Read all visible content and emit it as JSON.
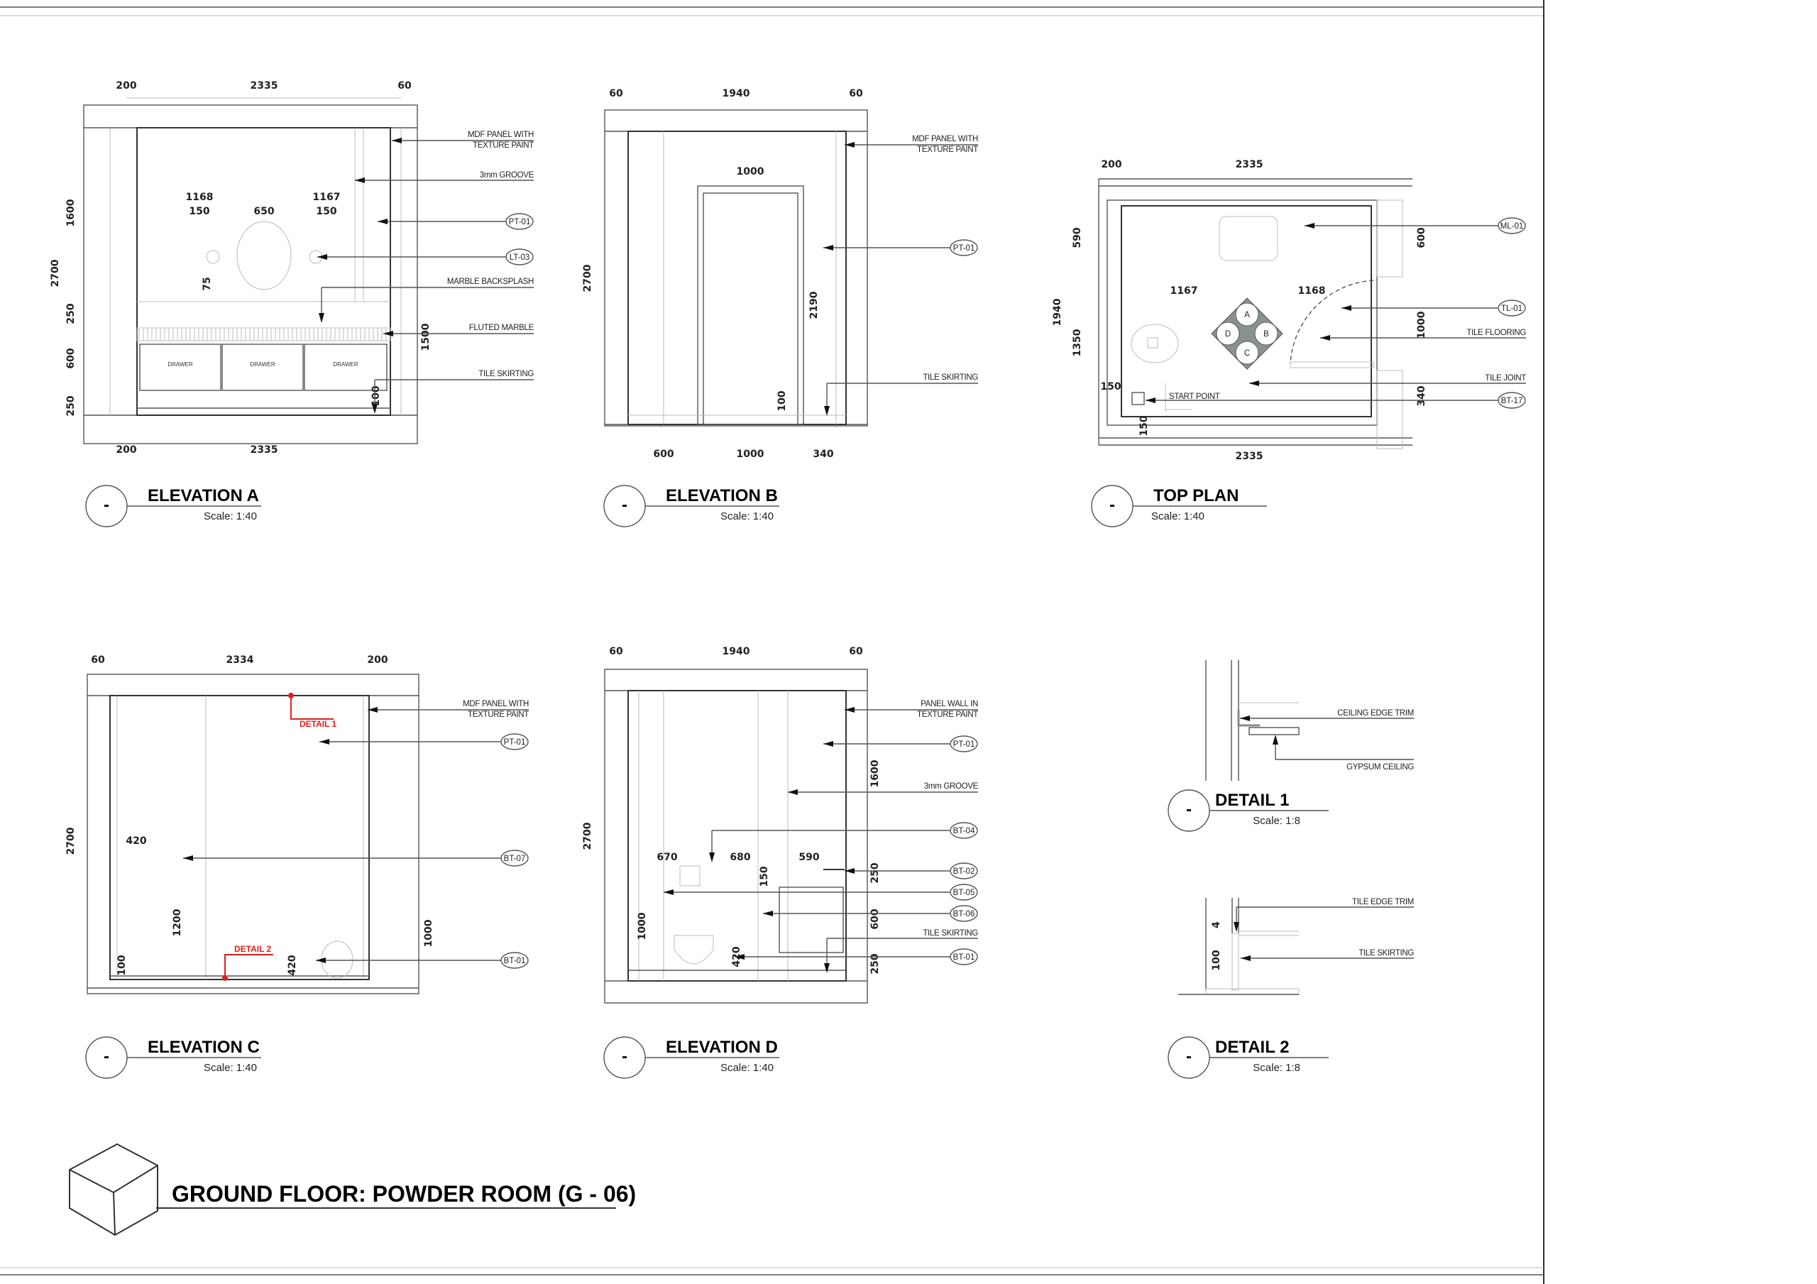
{
  "sheet_title": "GROUND FLOOR: POWDER ROOM (G - 06)",
  "colors": {
    "line": "#555555",
    "detail_marker": "#e0201b"
  },
  "elevation_a": {
    "title": "ELEVATION A",
    "scale": "Scale: 1:40",
    "marker": "-",
    "dims": [
      "200",
      "2335",
      "60",
      "200",
      "2335",
      "1600",
      "2700",
      "250",
      "600",
      "250",
      "1168",
      "1167",
      "150",
      "650",
      "150",
      "75",
      "1500",
      "100"
    ],
    "notes": [
      "MDF PANEL WITH",
      "TEXTURE PAINT",
      "3mm GROOVE",
      "MARBLE BACKSPLASH",
      "FLUTED MARBLE",
      "TILE SKIRTING"
    ],
    "tags": [
      "PT-01",
      "LT-03"
    ],
    "drawer": "DRAWER"
  },
  "elevation_b": {
    "title": "ELEVATION B",
    "scale": "Scale: 1:40",
    "marker": "-",
    "dims": [
      "60",
      "1940",
      "60",
      "1000",
      "2700",
      "2190",
      "100",
      "600",
      "1000",
      "340"
    ],
    "notes": [
      "MDF PANEL WITH",
      "TEXTURE PAINT",
      "TILE SKIRTING"
    ],
    "tags": [
      "PT-01"
    ]
  },
  "top_plan": {
    "title": "TOP PLAN",
    "scale": "Scale: 1:40",
    "marker": "-",
    "dims": [
      "200",
      "2335",
      "590",
      "1940",
      "1350",
      "1167",
      "1168",
      "150",
      "150",
      "2335",
      "600",
      "1000",
      "340"
    ],
    "notes": [
      "TILE FLOORING",
      "TILE JOINT",
      "START POINT"
    ],
    "tags": [
      "ML-01",
      "TL-01",
      "BT-17"
    ],
    "tiles": [
      "A",
      "B",
      "C",
      "D"
    ]
  },
  "elevation_c": {
    "title": "ELEVATION C",
    "scale": "Scale: 1:40",
    "marker": "-",
    "dims": [
      "60",
      "2334",
      "200",
      "420",
      "2700",
      "1200",
      "1000",
      "100",
      "420"
    ],
    "notes": [
      "MDF PANEL WITH",
      "TEXTURE PAINT"
    ],
    "tags": [
      "PT-01",
      "BT-07",
      "BT-01"
    ],
    "detail_refs": [
      "DETAIL 1",
      "DETAIL 2"
    ]
  },
  "elevation_d": {
    "title": "ELEVATION D",
    "scale": "Scale: 1:40",
    "marker": "-",
    "dims": [
      "60",
      "1940",
      "60",
      "1600",
      "670",
      "680",
      "590",
      "150",
      "250",
      "600",
      "1000",
      "420",
      "250",
      "2700"
    ],
    "notes": [
      "PANEL WALL IN",
      "TEXTURE PAINT",
      "3mm GROOVE",
      "TILE SKIRTING"
    ],
    "tags": [
      "PT-01",
      "BT-04",
      "BT-02",
      "BT-05",
      "BT-06",
      "BT-01"
    ]
  },
  "detail_1": {
    "title": "DETAIL 1",
    "scale": "Scale: 1:8",
    "marker": "-",
    "notes": [
      "CEILING EDGE TRIM",
      "GYPSUM CEILING"
    ]
  },
  "detail_2": {
    "title": "DETAIL 2",
    "scale": "Scale: 1:8",
    "marker": "-",
    "dims": [
      "4",
      "100"
    ],
    "notes": [
      "TILE EDGE TRIM",
      "TILE SKIRTING"
    ]
  }
}
